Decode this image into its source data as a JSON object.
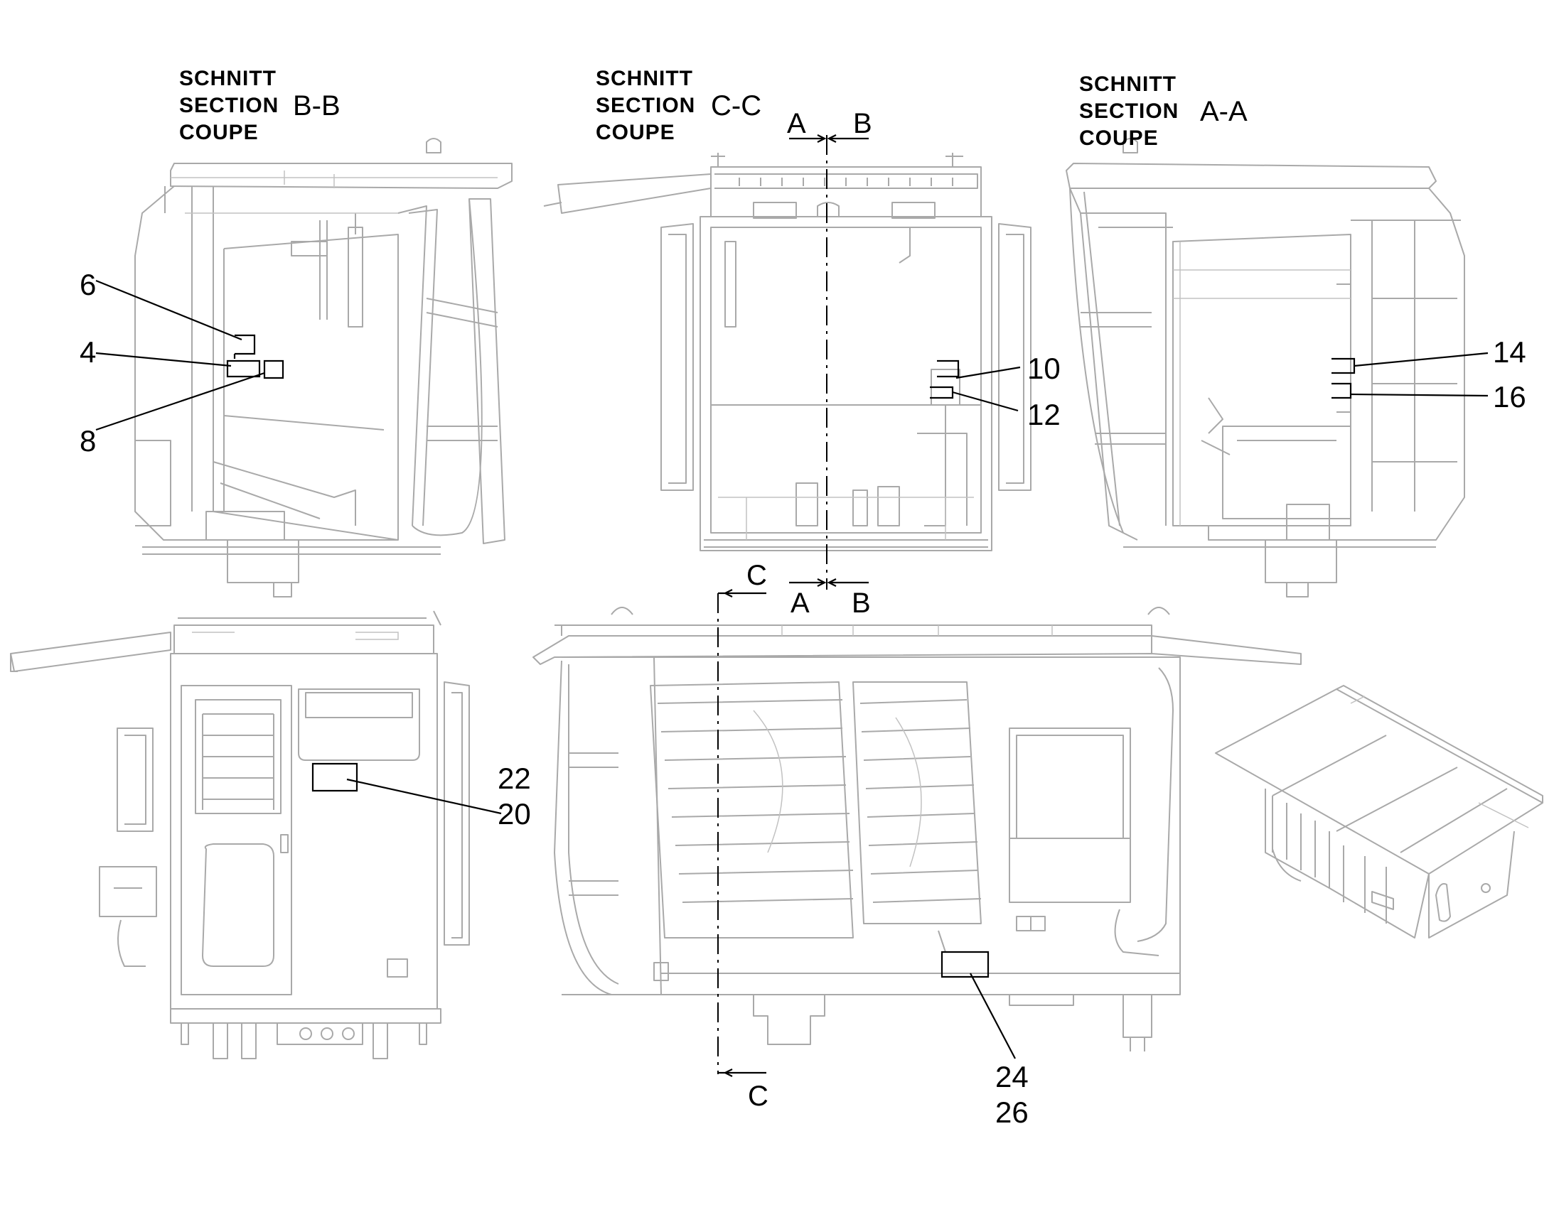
{
  "captions": {
    "bb": {
      "line1": "SCHNITT",
      "line2": "SECTION",
      "line3": "COUPE",
      "section": "B-B"
    },
    "cc": {
      "line1": "SCHNITT",
      "line2": "SECTION",
      "line3": "COUPE",
      "section": "C-C"
    },
    "aa": {
      "line1": "SCHNITT",
      "line2": "SECTION",
      "line3": "COUPE",
      "section": "A-A"
    }
  },
  "cut_marks": {
    "top_a": "A",
    "top_b": "B",
    "bottom_a": "A",
    "bottom_b": "B",
    "c_top": "C",
    "c_bottom": "C"
  },
  "callouts": {
    "n6": "6",
    "n4": "4",
    "n8": "8",
    "n10": "10",
    "n12": "12",
    "n14": "14",
    "n16": "16",
    "n22": "22",
    "n20": "20",
    "n24": "24",
    "n26": "26"
  },
  "colors": {
    "linework": "#a9a9a9",
    "annotation": "#000000",
    "background": "#ffffff"
  }
}
